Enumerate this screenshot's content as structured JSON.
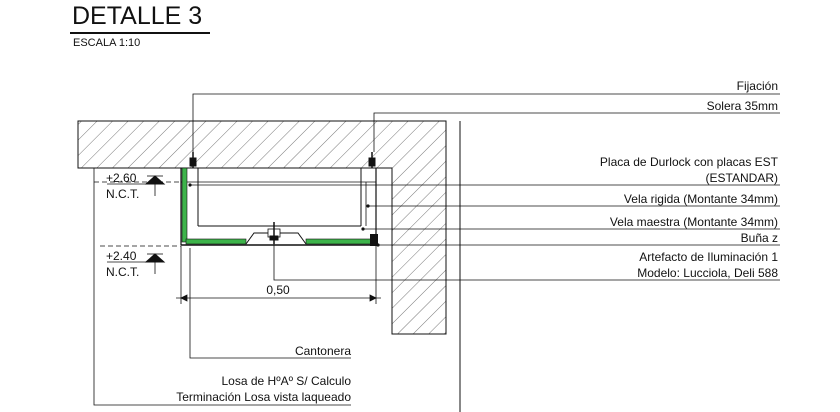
{
  "title": "DETALLE 3",
  "scale": "ESCALA 1:10",
  "colors": {
    "line": "#111111",
    "hatch": "#555555",
    "profile": "#3db34a"
  },
  "levels": [
    {
      "value": "+2.60",
      "ref": "N.C.T."
    },
    {
      "value": "+2.40",
      "ref": "N.C.T."
    }
  ],
  "dimension": "0,50",
  "labels": {
    "fijacion": "Fijación",
    "solera": "Solera 35mm",
    "placa_1": "Placa de Durlock con placas EST",
    "placa_2": "(ESTANDAR)",
    "vela_rigida": "Vela rigida (Montante 34mm)",
    "vela_maestra": "Vela maestra (Montante 34mm)",
    "buna": "Buña z",
    "artefacto_1": "Artefacto de Iluminación 1",
    "artefacto_2": "Modelo: Lucciola, Deli 588",
    "cantonera": "Cantonera",
    "losa_1": "Losa de HºAº S/ Calculo",
    "losa_2": "Terminación Losa vista laqueado"
  }
}
